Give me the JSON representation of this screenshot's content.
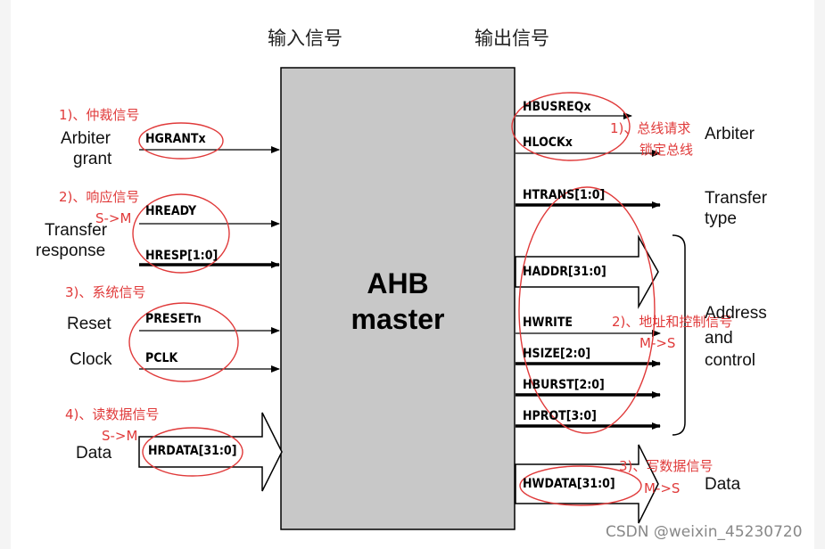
{
  "header": {
    "input_title": "输入信号",
    "output_title": "输出信号"
  },
  "core": {
    "line1": "AHB",
    "line2": "master"
  },
  "inputs": {
    "arbiter_grant": {
      "group_line1": "Arbiter",
      "group_line2": "grant",
      "note": "1)、仲裁信号",
      "signal": "HGRANTx"
    },
    "transfer_response": {
      "group_line1": "Transfer",
      "group_line2": "response",
      "note": "2)、响应信号",
      "direction": "S->M",
      "signals": [
        "HREADY",
        "HRESP[1:0]"
      ]
    },
    "system": {
      "note": "3)、系统信号",
      "reset_label": "Reset",
      "clock_label": "Clock",
      "signals": [
        "PRESETn",
        "PCLK"
      ]
    },
    "read_data": {
      "note": "4)、读数据信号",
      "direction": "S->M",
      "group_label": "Data",
      "signal": "HRDATA[31:0]"
    }
  },
  "outputs": {
    "arbiter": {
      "signals": [
        "HBUSREQx",
        "HLOCKx"
      ],
      "note_line1": "1)、总线请求",
      "note_line2": "锁定总线",
      "group_label": "Arbiter"
    },
    "transfer_type": {
      "signal": "HTRANS[1:0]",
      "group_line1": "Transfer",
      "group_line2": "type"
    },
    "address_control": {
      "signals": [
        "HADDR[31:0]",
        "HWRITE",
        "HSIZE[2:0]",
        "HBURST[2:0]",
        "HPROT[3:0]"
      ],
      "note": "2)、地址和控制信号",
      "direction": "M->S",
      "group_line1": "Address",
      "group_line2": "and",
      "group_line3": "control"
    },
    "write_data": {
      "signal": "HWDATA[31:0]",
      "note": "3)、写数据信号",
      "direction": "M->S",
      "group_label": "Data"
    }
  },
  "watermark": "CSDN @weixin_45230720",
  "colors": {
    "annotation": "#e03a3a",
    "core_fill": "#c8c8c8",
    "line": "#000000"
  }
}
